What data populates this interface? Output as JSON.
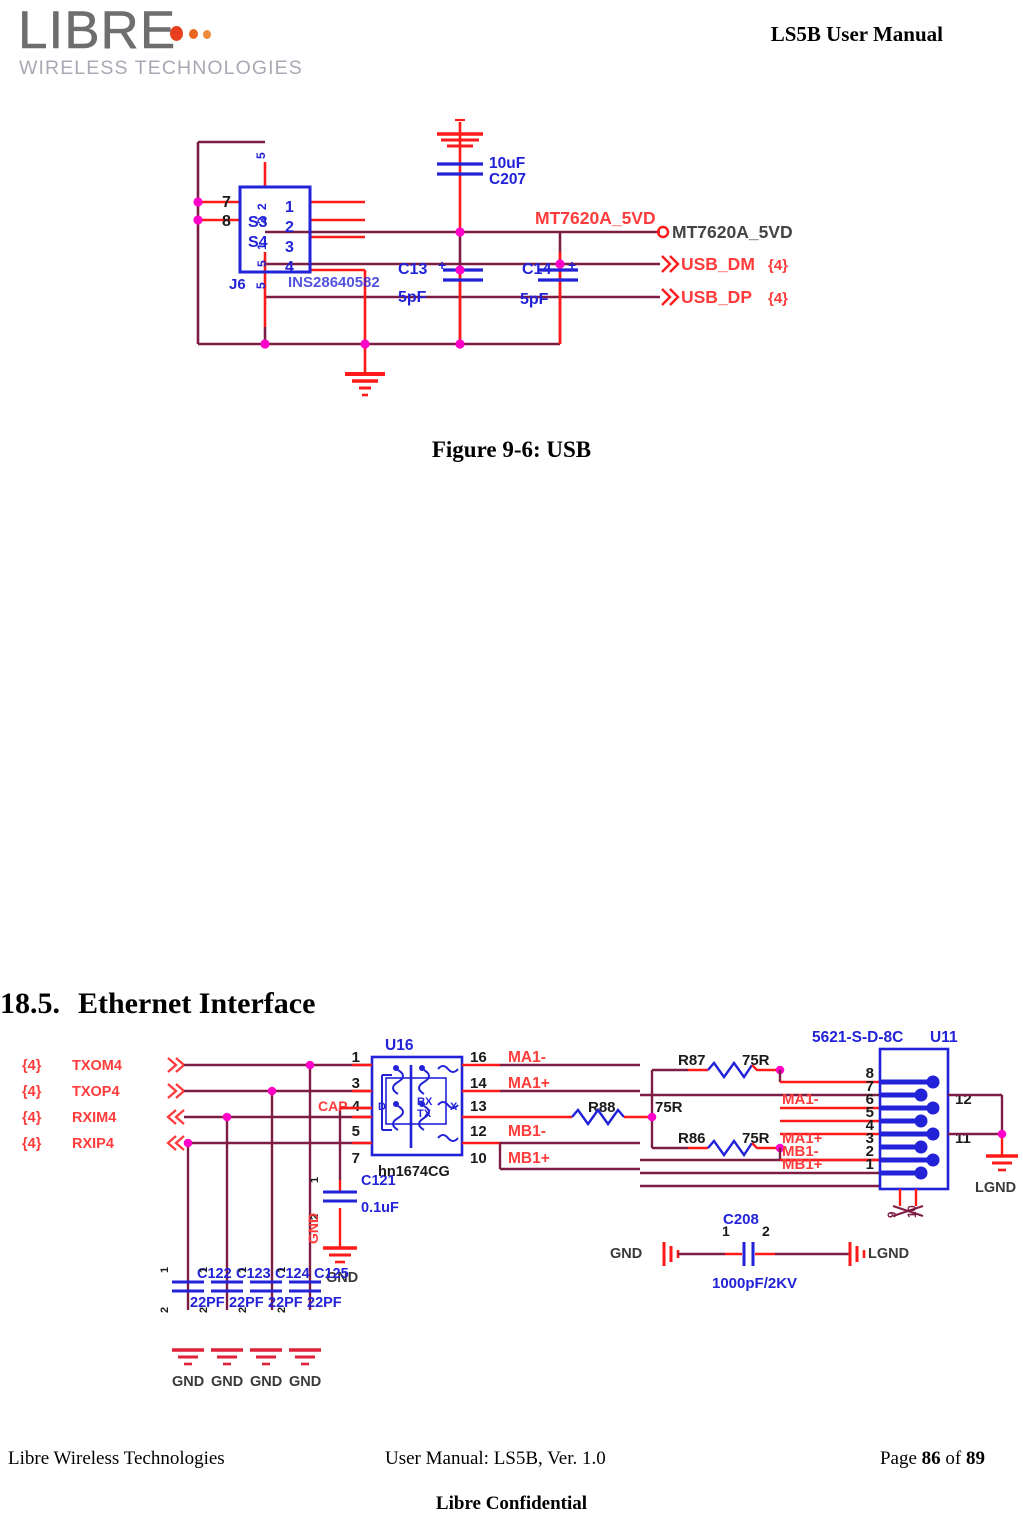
{
  "header": {
    "logo_wordmark": "LIBRE",
    "logo_subtitle": "WIRELESS TECHNOLOGIES",
    "title": "LS5B User Manual",
    "logo_dot_colors": [
      "#e8401f",
      "#e8661f",
      "#ee8a3a"
    ]
  },
  "figures": {
    "usb": {
      "caption": "Figure 9-6: USB",
      "components": {
        "connector_ref": "J6",
        "connector_part": "INS28640582",
        "connector_shield_pins": [
          "S3",
          "S4"
        ],
        "connector_left_pins": [
          "7",
          "8"
        ],
        "connector_right_pins": [
          "1",
          "2",
          "3",
          "4"
        ],
        "connector_inner_pins": [
          "2",
          "3",
          "1",
          "5"
        ],
        "c207_ref": "C207",
        "c207_value": "10uF",
        "c13_ref": "C13",
        "c13_value": "5pF",
        "c14_ref": "C14",
        "c14_value": "5pF"
      },
      "nets": {
        "power_wire_label": "MT7620A_5VD",
        "power_port": "MT7620A_5VD",
        "usb_dm": "USB_DM",
        "usb_dp": "USB_DP",
        "sheet_ref": "{4}"
      }
    },
    "ethernet": {
      "inputs": [
        {
          "sheet": "{4}",
          "net": "TXOM4",
          "dir": "out"
        },
        {
          "sheet": "{4}",
          "net": "TXOP4",
          "dir": "out"
        },
        {
          "sheet": "{4}",
          "net": "RXIM4",
          "dir": "in"
        },
        {
          "sheet": "{4}",
          "net": "RXIP4",
          "dir": "in"
        }
      ],
      "transformer": {
        "ref": "U16",
        "part": "hn1674CG",
        "left_pins": [
          "1",
          "3",
          "4",
          "5",
          "7"
        ],
        "right_pins": [
          "16",
          "14",
          "13",
          "12",
          "10"
        ],
        "inner_labels": [
          "D",
          "RX",
          "TX",
          "X"
        ],
        "cap_net": "CAP"
      },
      "right_nets": [
        "MA1-",
        "MA1+",
        "MB1-",
        "MB1+"
      ],
      "resistors": [
        {
          "ref": "R88",
          "value": "75R"
        },
        {
          "ref": "R87",
          "value": "75R"
        },
        {
          "ref": "R86",
          "value": "75R"
        }
      ],
      "connector": {
        "part": "5621-S-D-8C",
        "ref": "U11",
        "pins": [
          "8",
          "7",
          "6",
          "5",
          "4",
          "3",
          "2",
          "1"
        ],
        "side_pins": [
          "12",
          "11"
        ],
        "pin_nets": [
          "MA1-",
          "MA1+",
          "MB1-",
          "MB1+"
        ],
        "bottom_pins": [
          "9",
          "10"
        ]
      },
      "caps": [
        {
          "ref": "C121",
          "value": "0.1uF",
          "p1": "1",
          "p2": "2"
        },
        {
          "ref": "C122",
          "value": "22PF",
          "p1": "1",
          "p2": "2"
        },
        {
          "ref": "C123",
          "value": "22PF",
          "p1": "1",
          "p2": "2"
        },
        {
          "ref": "C124",
          "value": "22PF",
          "p1": "1",
          "p2": "2"
        },
        {
          "ref": "C125",
          "value": "22PF",
          "p1": "1",
          "p2": "2"
        },
        {
          "ref": "C208",
          "value": "1000pF/2KV",
          "p1": "1",
          "p2": "2"
        }
      ],
      "grounds": {
        "gnd": "GND",
        "lgnd": "LGND"
      }
    }
  },
  "section": {
    "number": "18.5.",
    "title": "Ethernet Interface"
  },
  "footer": {
    "company": "Libre Wireless Technologies",
    "manual": "User Manual: LS5B, Ver. 1.0",
    "page_prefix": "Page ",
    "page_number": "86",
    "page_of": " of ",
    "page_total": "89",
    "confidential": "Libre Confidential"
  },
  "colors": {
    "wire_red": "#ff1a1a",
    "wire_maroon": "#7d1d44",
    "component_blue": "#2222d8",
    "net_red": "#ff3b3b",
    "junction_magenta": "#ff00c8",
    "pin_black": "#1a1a1a"
  }
}
